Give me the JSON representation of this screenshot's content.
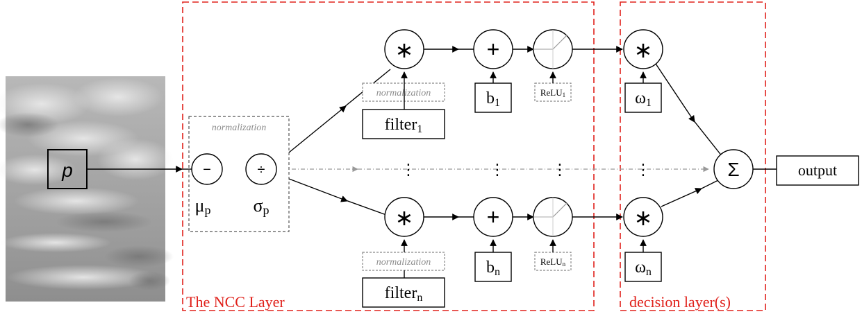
{
  "input": {
    "symbol": "p"
  },
  "ncc_layer": {
    "label": "The NCC Layer",
    "normalization_label": "normalization",
    "subtract_symbol": "−",
    "divide_symbol": "÷",
    "mu": "μ",
    "mu_sub": "p",
    "sigma": "σ",
    "sigma_sub": "p"
  },
  "branch_top": {
    "multiply": "∗",
    "add": "+",
    "filter_main": "filter",
    "filter_sub": "1",
    "filter_norm": "normalization",
    "bias_main": "b",
    "bias_sub": "1",
    "relu_main": "ReLU",
    "relu_sub": "1"
  },
  "branch_bottom": {
    "multiply": "∗",
    "add": "+",
    "filter_main": "filter",
    "filter_sub": "n",
    "filter_norm": "normalization",
    "bias_main": "b",
    "bias_sub": "n",
    "relu_main": "ReLU",
    "relu_sub": "n"
  },
  "decision_layer": {
    "label": "decision layer(s)",
    "multiply_top": "∗",
    "multiply_bottom": "∗",
    "weight_top_main": "ω",
    "weight_top_sub": "1",
    "weight_bottom_main": "ω",
    "weight_bottom_sub": "n",
    "sum": "Σ"
  },
  "ellipsis": "⋮",
  "output": {
    "label": "output"
  },
  "colors": {
    "layer_border": "#e0201a",
    "normalization_text": "#8c8c8c"
  }
}
